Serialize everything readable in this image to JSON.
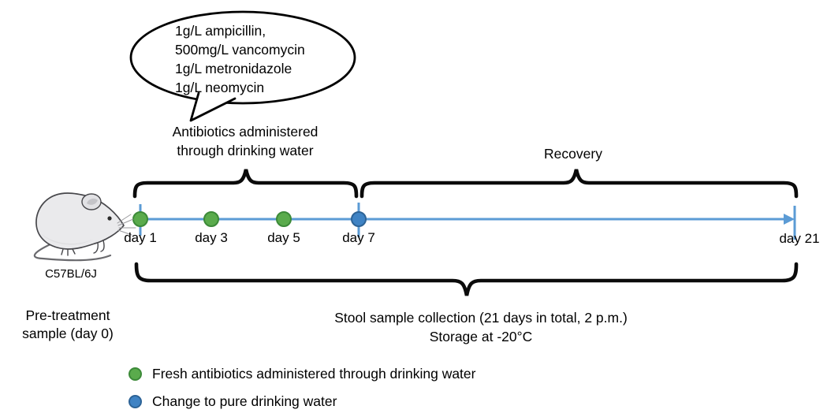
{
  "colors": {
    "text": "#000000",
    "brace": "#0b0b0b",
    "timeline_blue": "#5b9bd5",
    "green_fill": "#5aab4c",
    "green_border": "#3c8a38",
    "blue_fill": "#3f83c4",
    "blue_border": "#2d6396"
  },
  "bubble": {
    "lines": [
      "1g/L ampicillin,",
      "500mg/L vancomycin",
      "1g/L metronidazole",
      "1g/L neomycin"
    ]
  },
  "phases": {
    "antibiotics_line1": "Antibiotics administered",
    "antibiotics_line2": "through drinking water",
    "recovery": "Recovery"
  },
  "timeline": {
    "day_labels": [
      "day 1",
      "day 3",
      "day 5",
      "day 7",
      "day 21"
    ],
    "markers": [
      {
        "day": "day 1",
        "type": "green"
      },
      {
        "day": "day 3",
        "type": "green"
      },
      {
        "day": "day 5",
        "type": "green"
      },
      {
        "day": "day 7",
        "type": "blue"
      }
    ]
  },
  "mouse": {
    "strain": "C57BL/6J"
  },
  "pretreatment": {
    "line1": "Pre-treatment",
    "line2": "sample (day 0)"
  },
  "stool": {
    "line1": "Stool sample collection (21 days in total, 2 p.m.)",
    "line2": "Storage at -20°C"
  },
  "legend": {
    "items": [
      {
        "label": "Fresh antibiotics administered through drinking water",
        "type": "green"
      },
      {
        "label": "Change to pure drinking water",
        "type": "blue"
      }
    ]
  }
}
